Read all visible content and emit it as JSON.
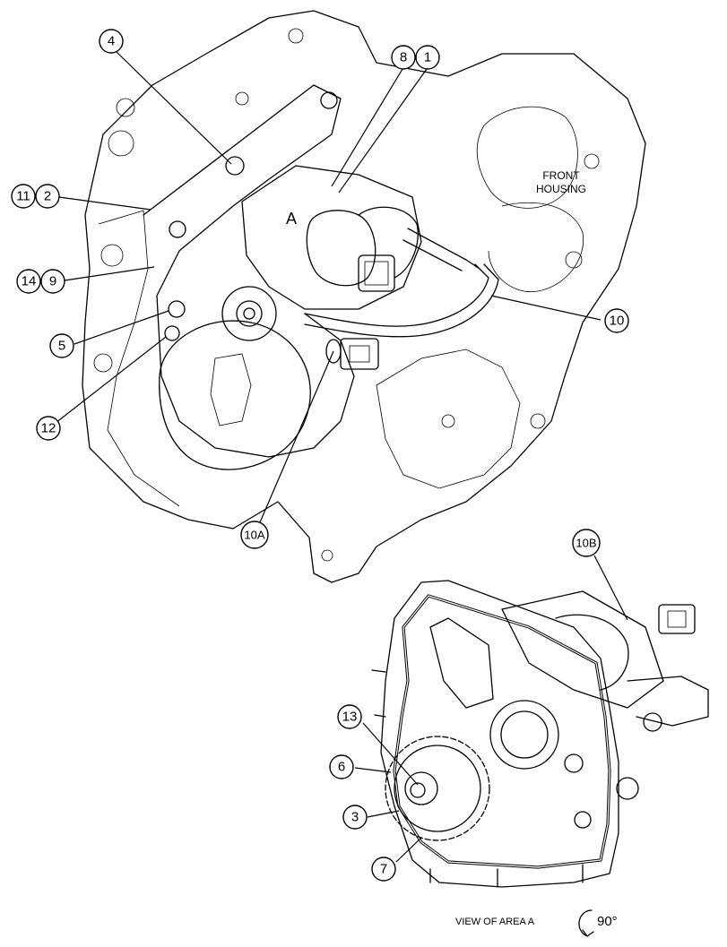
{
  "labels": {
    "front_housing_line1": "FRONT",
    "front_housing_line2": "HOUSING",
    "area_a": "A",
    "view_caption": "VIEW OF AREA  A",
    "rotation": "90°"
  },
  "callouts": [
    "4",
    "8",
    "1",
    "11",
    "2",
    "14",
    "9",
    "5",
    "12",
    "10",
    "10A",
    "10B",
    "13",
    "6",
    "3",
    "7"
  ]
}
